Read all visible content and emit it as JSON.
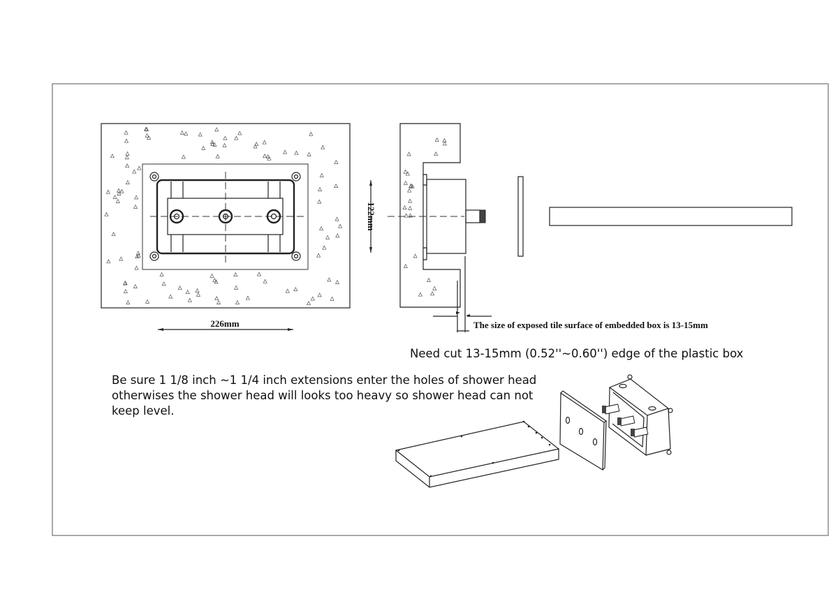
{
  "dimensions": {
    "width_label": "226mm",
    "height_label": "122mm"
  },
  "annotations": {
    "tile_surface_note": "The size of exposed tile surface of embedded box is 13-15mm",
    "cut_note": "Need cut 13-15mm (0.52''~0.60'') edge of the plastic box",
    "extension_note_lines": [
      "Be sure 1 1/8 inch ~1 1/4 inch extensions enter the holes of shower head",
      "otherwises the shower head will looks too heavy so shower head can not",
      "keep level."
    ]
  }
}
